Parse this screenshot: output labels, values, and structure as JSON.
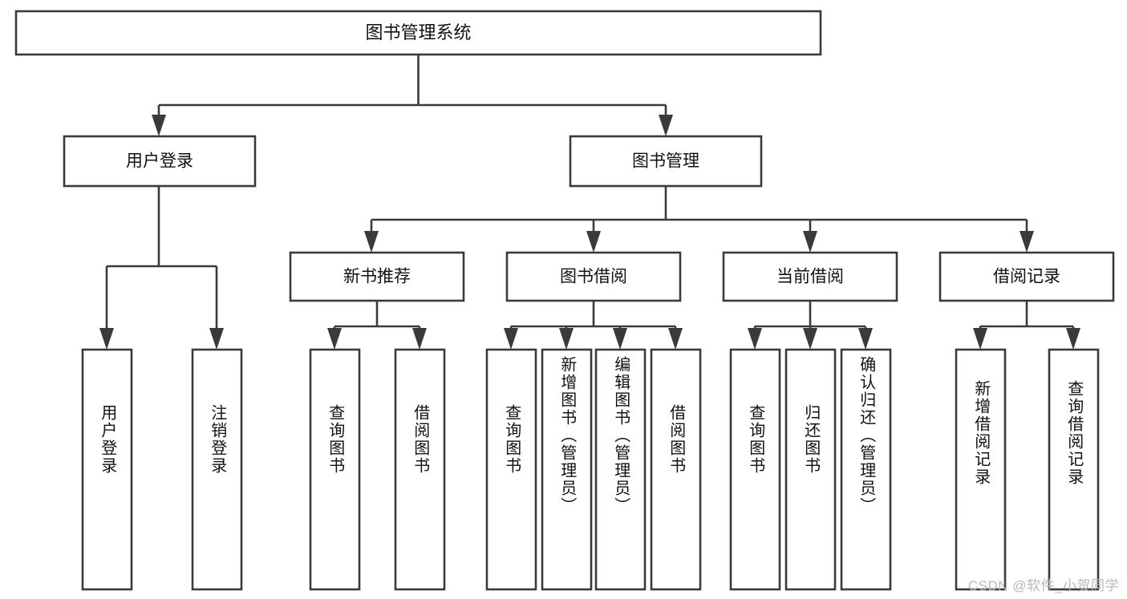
{
  "diagram": {
    "type": "tree",
    "title": "图书管理系统",
    "orientation": "top-down",
    "style": {
      "box_fill": "#ffffff",
      "box_stroke": "#3a3a3a",
      "connector_color": "#3a3a3a",
      "text_color": "#111111",
      "background": "#ffffff"
    },
    "root": {
      "label": "图书管理系统"
    },
    "level2": [
      {
        "label": "用户登录"
      },
      {
        "label": "图书管理"
      }
    ],
    "level3": [
      {
        "label": "新书推荐"
      },
      {
        "label": "图书借阅"
      },
      {
        "label": "当前借阅"
      },
      {
        "label": "借阅记录"
      }
    ],
    "leaves": {
      "user_login": [
        {
          "label": "用户登录"
        },
        {
          "label": "注销登录"
        }
      ],
      "new_book_recommend": [
        {
          "label": "查询图书"
        },
        {
          "label": "借阅图书"
        }
      ],
      "book_borrow": [
        {
          "label": "查询图书"
        },
        {
          "label": "新增图书（管理员）"
        },
        {
          "label": "编辑图书（管理员）"
        },
        {
          "label": "借阅图书"
        }
      ],
      "current_borrow": [
        {
          "label": "查询图书"
        },
        {
          "label": "归还图书"
        },
        {
          "label": "确认归还（管理员）"
        }
      ],
      "borrow_records": [
        {
          "label": "新增借阅记录"
        },
        {
          "label": "查询借阅记录"
        }
      ]
    }
  },
  "watermark": {
    "text": "CSDN @软件_小贺同学"
  }
}
